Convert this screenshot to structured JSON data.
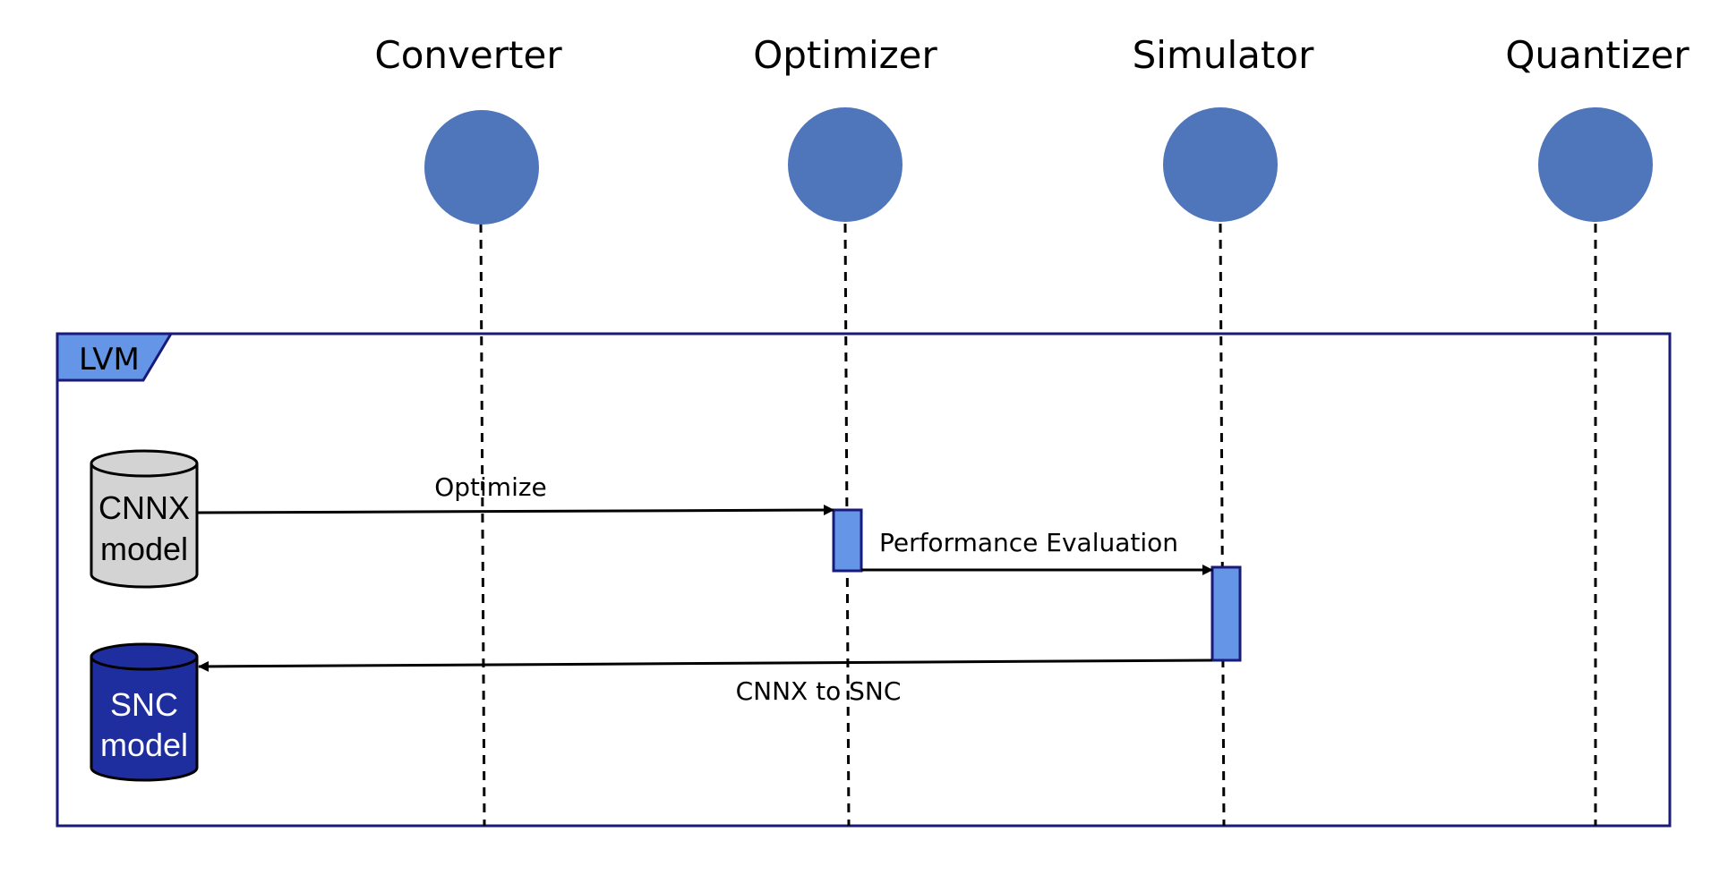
{
  "actors": [
    {
      "name": "Converter"
    },
    {
      "name": "Optimizer"
    },
    {
      "name": "Simulator"
    },
    {
      "name": "Quantizer"
    }
  ],
  "frame": {
    "label": "LVM"
  },
  "databases": {
    "cnnx": {
      "line1": "CNNX",
      "line2": "model"
    },
    "snc": {
      "line1": "SNC",
      "line2": "model"
    }
  },
  "messages": {
    "optimize": "Optimize",
    "performance": "Performance Evaluation",
    "cnnx_to_snc": "CNNX to SNC"
  },
  "colors": {
    "actor_fill": "#4f76ba",
    "activation_fill": "#6495e6",
    "frame_stroke": "#1a1a7a",
    "frame_tab": "#6495e6",
    "cnnx_db_fill": "#d3d3d3",
    "snc_db_fill": "#1f2e9e"
  }
}
